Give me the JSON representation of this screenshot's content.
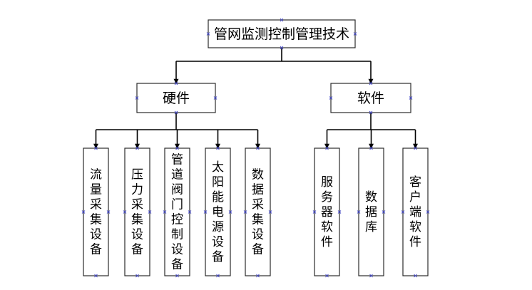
{
  "root": {
    "title": "管网监测控制管理技术"
  },
  "branches": [
    {
      "id": "hardware",
      "label": "硬件",
      "children": [
        {
          "id": "flow",
          "label": "流量采集设备"
        },
        {
          "id": "pressure",
          "label": "压力采集设备"
        },
        {
          "id": "valve",
          "label": "管道阀门控制设备"
        },
        {
          "id": "solar",
          "label": "太阳能电源设备"
        },
        {
          "id": "data-acq",
          "label": "数据采集设备"
        }
      ]
    },
    {
      "id": "software",
      "label": "软件",
      "children": [
        {
          "id": "server",
          "label": "服务器软件"
        },
        {
          "id": "database",
          "label": "数据库"
        },
        {
          "id": "client",
          "label": "客户端软件"
        }
      ]
    }
  ],
  "colors": {
    "line": "#000000",
    "box_border": "#2b2b2b",
    "handle": "#4a4fc8"
  }
}
